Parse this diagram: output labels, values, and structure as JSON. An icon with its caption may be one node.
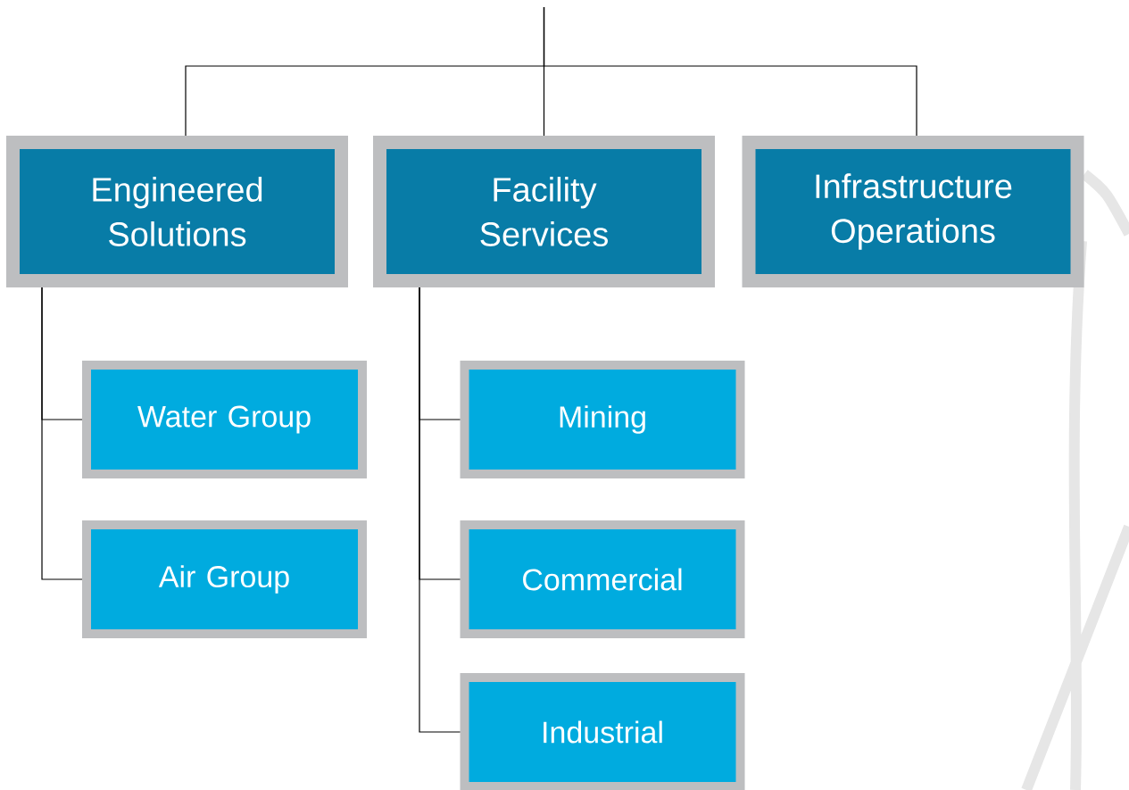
{
  "diagram": {
    "nodes": [
      {
        "text": [
          "Engineered Solutions"
        ]
      },
      {
        "text": [
          "Facility Services"
        ]
      },
      {
        "text": [
          "Infrastructure Operations"
        ]
      },
      {
        "text": [
          "Water Group"
        ]
      },
      {
        "text": [
          "Air Group"
        ]
      },
      {
        "text": [
          "Mining"
        ]
      },
      {
        "text": [
          "Commercial"
        ]
      },
      {
        "text": [
          "Industrial"
        ]
      }
    ],
    "edges": [
      {
        "from": null,
        "to": 0,
        "arrow": "none"
      },
      {
        "from": null,
        "to": 1,
        "arrow": "none"
      },
      {
        "from": null,
        "to": 2,
        "arrow": "none"
      },
      {
        "from": 0,
        "to": 3,
        "arrow": "none"
      },
      {
        "from": 0,
        "to": 4,
        "arrow": "none"
      },
      {
        "from": 1,
        "to": 5,
        "arrow": "none"
      },
      {
        "from": 1,
        "to": 6,
        "arrow": "none"
      },
      {
        "from": 1,
        "to": 7,
        "arrow": "none"
      }
    ]
  }
}
